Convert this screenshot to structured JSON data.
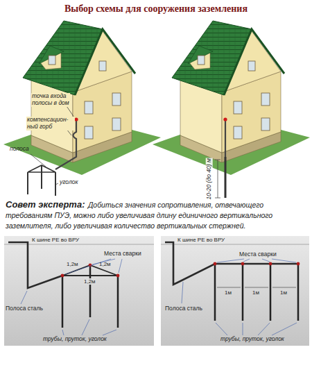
{
  "diagram": {
    "title": "Выбор схемы для сооружения заземления",
    "labels": [
      "точка входа полосы в дом",
      "компенсацион- ный горб",
      "полоса",
      "уголок",
      "10-20 (до 40) м",
      "Совет эксперта:",
      "Добиться значения сопротивления, отвечающего требованиям ПУЭ, можно либо увеличивая длину единичного вертикального заземлителя, либо увеличивая количество вертикальных стержней.",
      "К шине РЕ во ВРУ",
      "Места сварки",
      "1,2м",
      "1,2м",
      "1,2м",
      "Полоса сталь",
      "трубы, пруток, уголок",
      "К шине РЕ во ВРУ",
      "Места сварки",
      "1м",
      "1м",
      "1м",
      "Полоса сталь",
      "трубы, пруток, уголок"
    ]
  }
}
